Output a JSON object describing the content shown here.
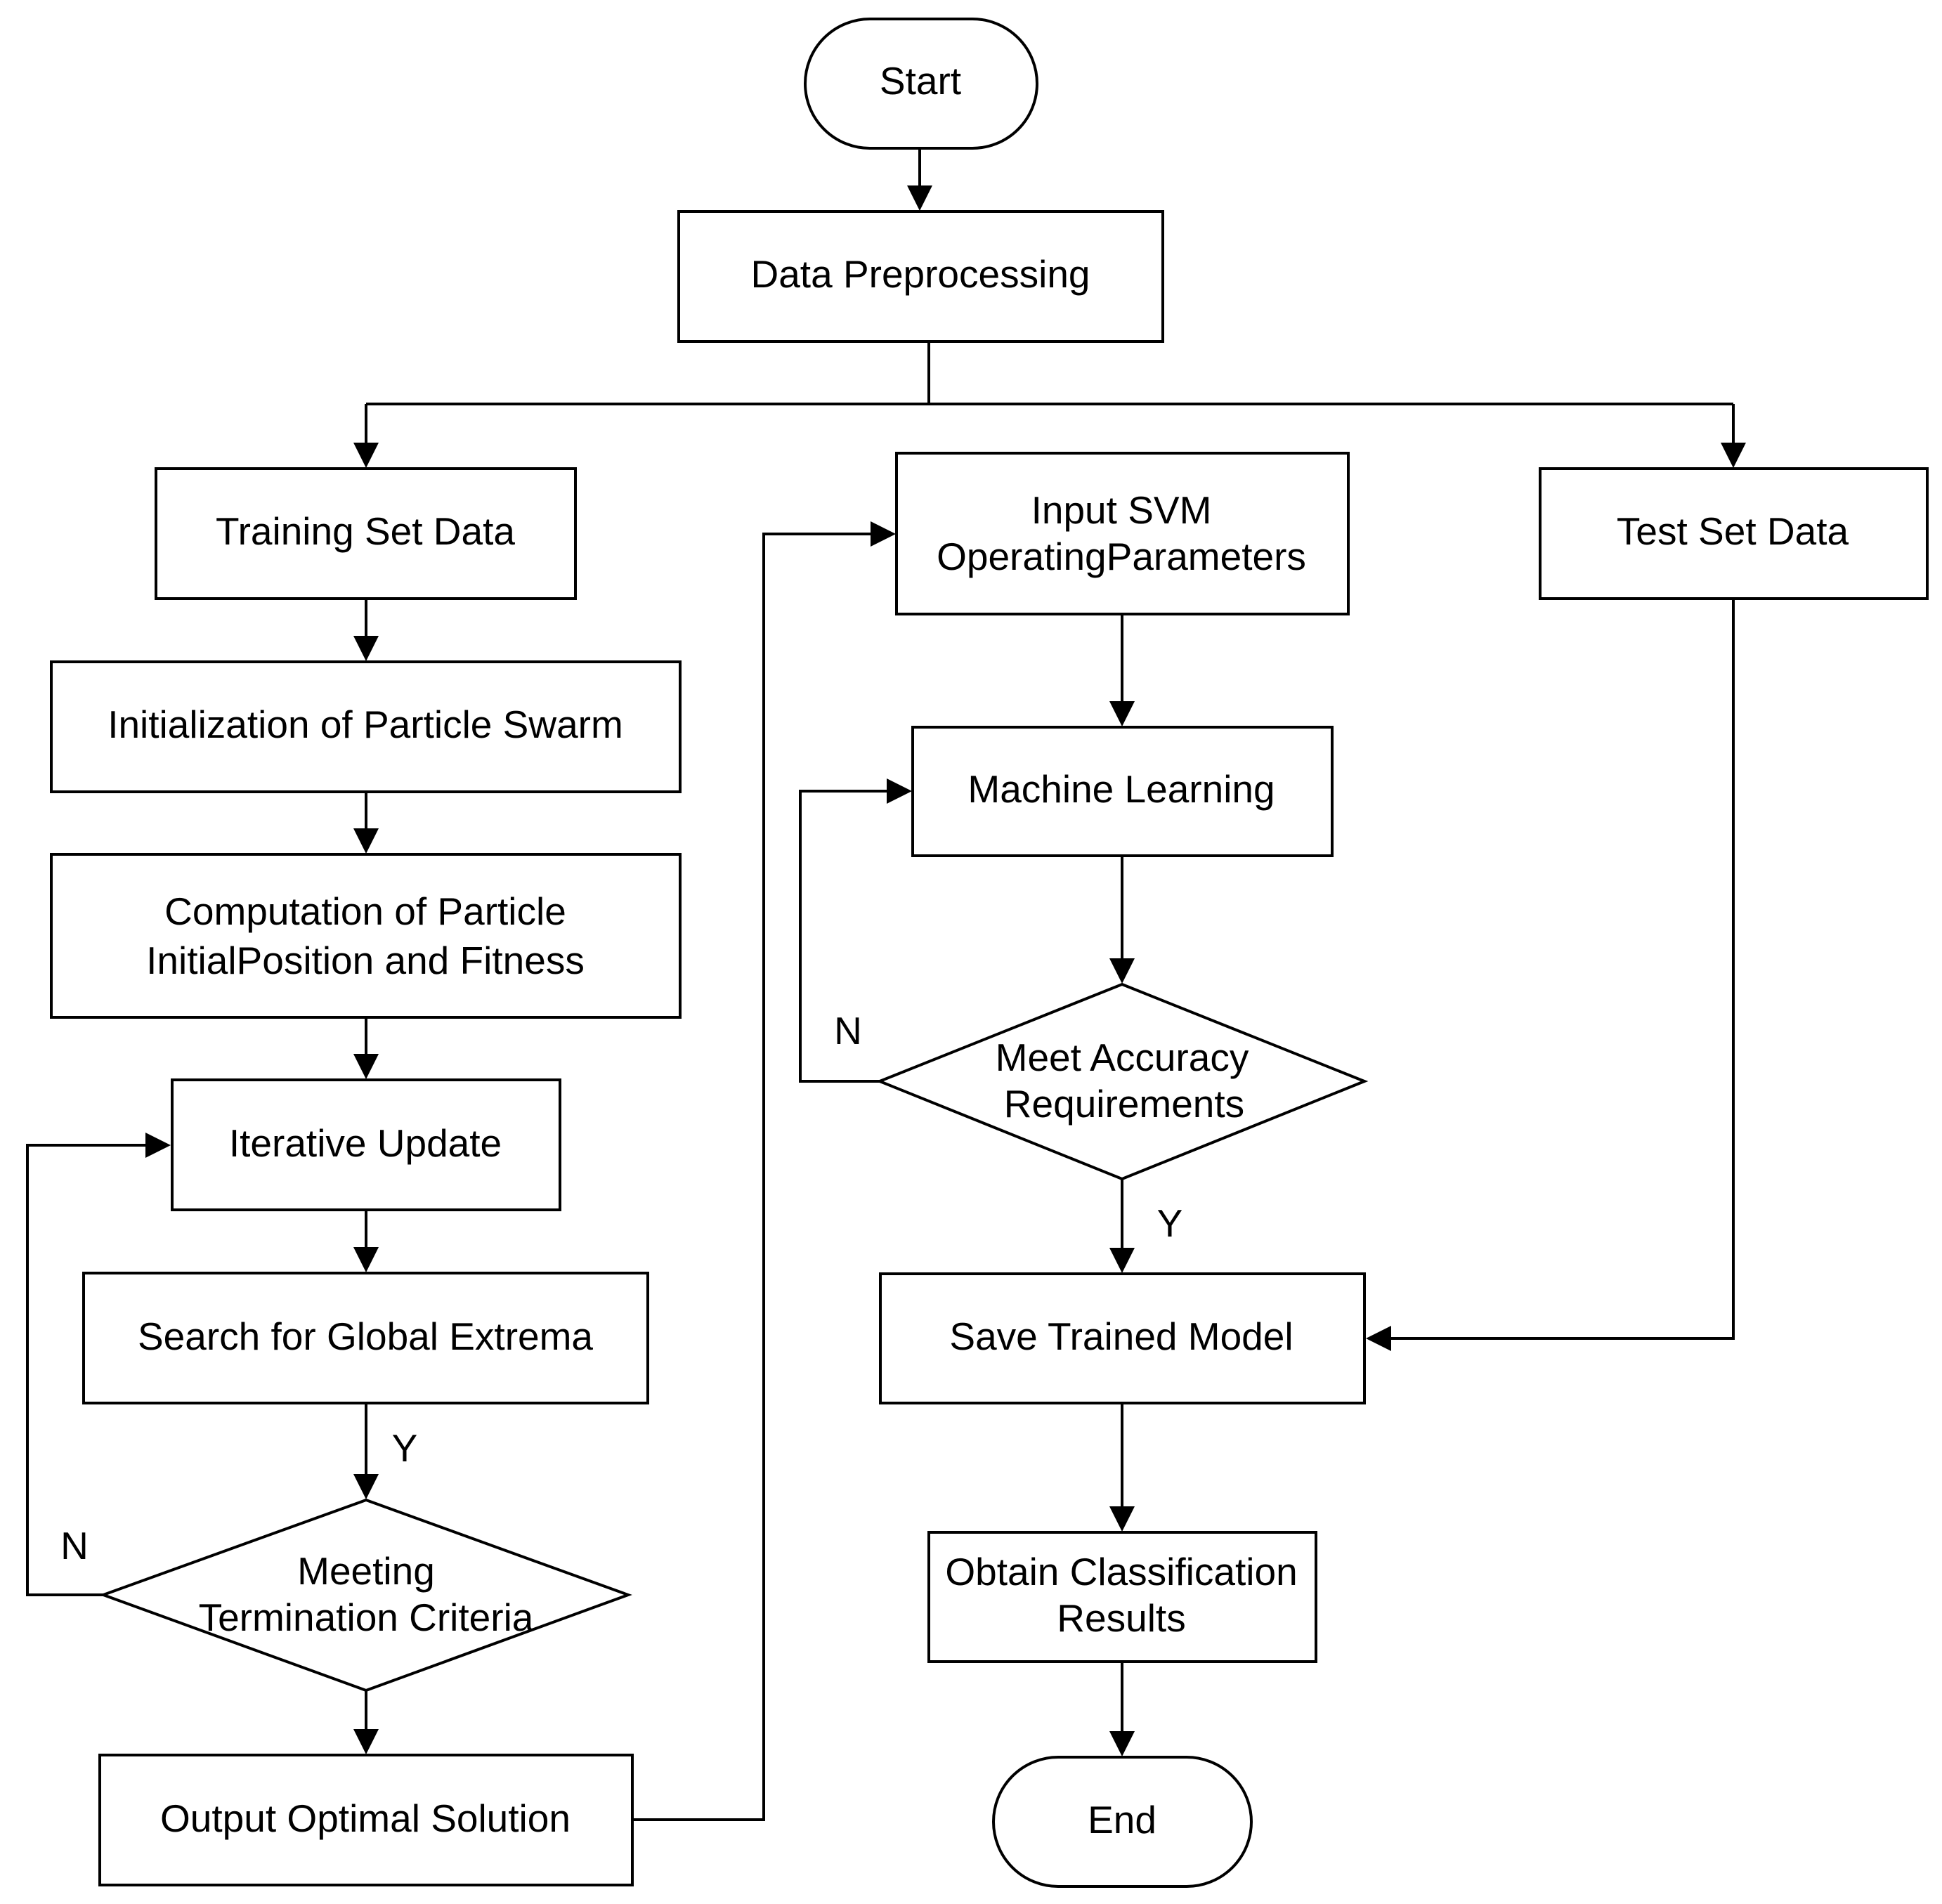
{
  "nodes": {
    "start": {
      "lines": [
        "Start"
      ]
    },
    "data_preprocessing": {
      "lines": [
        "Data Preprocessing"
      ]
    },
    "training_set": {
      "lines": [
        "Training Set Data"
      ]
    },
    "init_swarm": {
      "lines": [
        "Initialization of Particle Swarm"
      ]
    },
    "computation": {
      "lines": [
        "Computation of Particle",
        "InitialPosition and Fitness"
      ]
    },
    "iterative_update": {
      "lines": [
        "Iterative Update"
      ]
    },
    "search_global": {
      "lines": [
        "Search for Global Extrema"
      ]
    },
    "meeting_termination": {
      "lines": [
        "Meeting",
        "Termination Criteria"
      ]
    },
    "output_optimal": {
      "lines": [
        "Output Optimal Solution"
      ]
    },
    "input_svm": {
      "lines": [
        "Input SVM",
        "OperatingParameters"
      ]
    },
    "machine_learning": {
      "lines": [
        "Machine Learning"
      ]
    },
    "meet_accuracy": {
      "lines": [
        "Meet Accuracy",
        "Requirements"
      ]
    },
    "save_model": {
      "lines": [
        "Save Trained Model"
      ]
    },
    "obtain_results": {
      "lines": [
        "Obtain Classification",
        "Results"
      ]
    },
    "end": {
      "lines": [
        "End"
      ]
    },
    "test_set": {
      "lines": [
        "Test Set Data"
      ]
    }
  },
  "edge_labels": {
    "termination_yes": "Y",
    "termination_no": "N",
    "accuracy_no": "N",
    "accuracy_yes": "Y"
  }
}
